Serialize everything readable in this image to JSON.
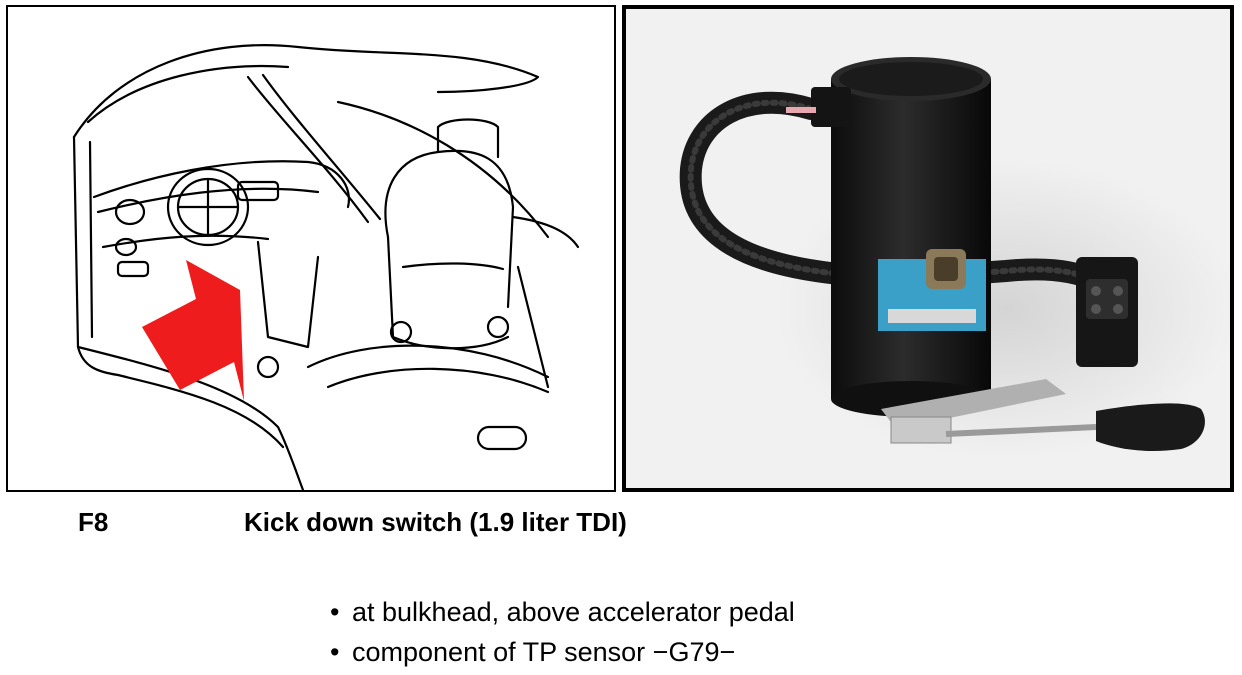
{
  "caption": {
    "code": "F8",
    "title": "Kick down switch (1.9 liter TDI)"
  },
  "bullets": [
    "at bulkhead, above accelerator pedal",
    "component of TP sensor −G79−"
  ],
  "illustration": {
    "subject": "car interior line drawing",
    "arrow_color": "#ee1c1c"
  },
  "photo": {
    "subject": "kick down switch component photo",
    "label_color": "#3aa0c8"
  }
}
